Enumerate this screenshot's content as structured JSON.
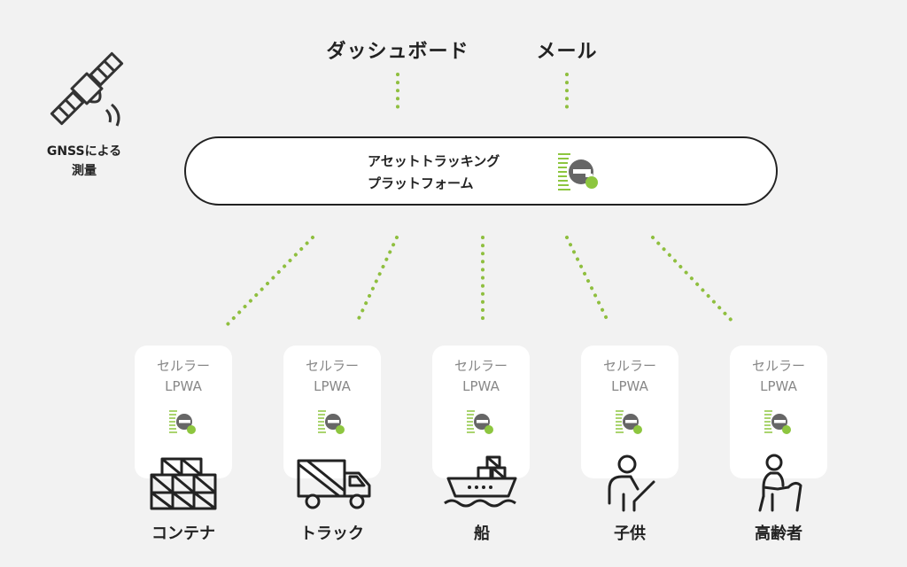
{
  "top_outputs": [
    "ダッシュボード",
    "メール"
  ],
  "gnss": {
    "label_line1": "GNSSによる",
    "label_line2": "測量",
    "icon": "satellite-icon"
  },
  "platform": {
    "title_line1": "アセットトラッキング",
    "title_line2": "プラットフォーム",
    "logo": "e-logo-icon"
  },
  "devices": [
    {
      "network_line1": "セルラー",
      "network_line2": "LPWA",
      "label": "コンテナ",
      "icon": "container-icon"
    },
    {
      "network_line1": "セルラー",
      "network_line2": "LPWA",
      "label": "トラック",
      "icon": "truck-icon"
    },
    {
      "network_line1": "セルラー",
      "network_line2": "LPWA",
      "label": "船",
      "icon": "ship-icon"
    },
    {
      "network_line1": "セルラー",
      "network_line2": "LPWA",
      "label": "子供",
      "icon": "child-icon"
    },
    {
      "network_line1": "セルラー",
      "network_line2": "LPWA",
      "label": "高齢者",
      "icon": "elderly-icon"
    }
  ],
  "colors": {
    "connector": "#8fbf3f",
    "accent_green": "#8dc63f",
    "outline": "#222222",
    "background": "#f2f2f2",
    "card": "#ffffff"
  }
}
